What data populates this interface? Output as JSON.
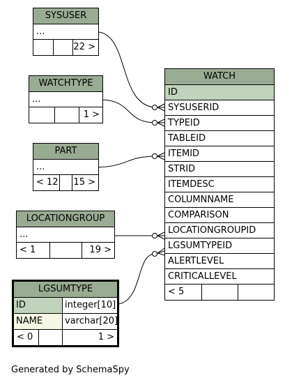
{
  "sysuser": {
    "name": "SYSUSER",
    "row": "...",
    "footer": [
      "",
      "",
      "22 >"
    ]
  },
  "watchtype": {
    "name": "WATCHTYPE",
    "row": "...",
    "footer": [
      "",
      "",
      "1 >"
    ]
  },
  "part": {
    "name": "PART",
    "row": "...",
    "footer": [
      "< 12",
      "",
      "15 >"
    ]
  },
  "locationgroup": {
    "name": "LOCATIONGROUP",
    "row": "...",
    "footer": [
      "< 1",
      "",
      "19 >"
    ]
  },
  "lgsumtype": {
    "name": "LGSUMTYPE",
    "columns": [
      {
        "name": "ID",
        "type": "integer[10]"
      },
      {
        "name": "NAME",
        "type": "varchar[20]"
      }
    ],
    "footer": [
      "< 0",
      "1 >"
    ]
  },
  "watch": {
    "name": "WATCH",
    "columns": [
      "ID",
      "SYSUSERID",
      "TYPEID",
      "TABLEID",
      "ITEMID",
      "STRID",
      "ITEMDESC",
      "COLUMNNAME",
      "COMPARISON",
      "LOCATIONGROUPID",
      "LGSUMTYPEID",
      "ALERTLEVEL",
      "CRITICALLEVEL"
    ],
    "footer": [
      "< 5",
      "",
      ""
    ]
  },
  "generated_by": "Generated by SchemaSpy"
}
